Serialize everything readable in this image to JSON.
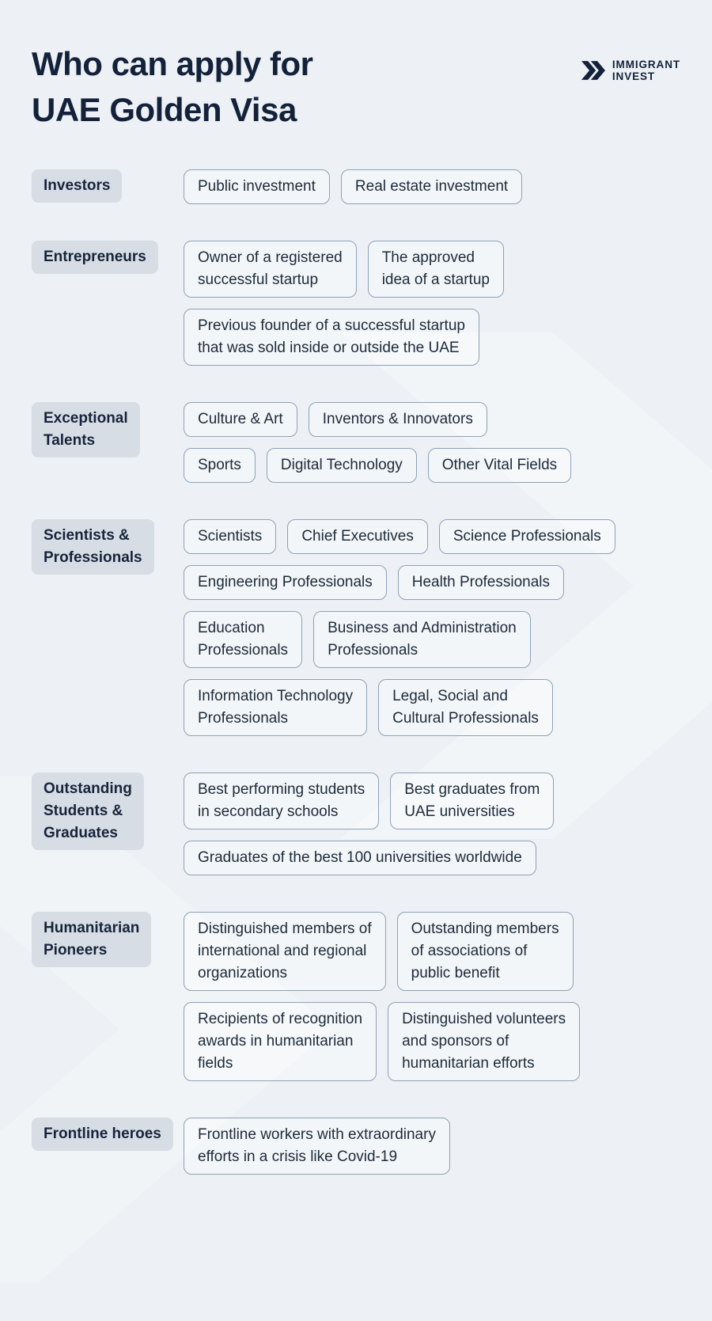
{
  "page": {
    "title_line1": "Who can apply for",
    "title_line2": "UAE Golden Visa"
  },
  "logo": {
    "line1": "IMMIGRANT",
    "line2": "INVEST",
    "icon": "double-chevron-right-icon"
  },
  "colors": {
    "background": "#edf1f5",
    "text": "#1c2b3a",
    "category_pill_bg": "#d7dde4",
    "option_pill_border": "#8da1b7"
  },
  "sections": [
    {
      "category": "Investors",
      "rows": [
        [
          "Public investment",
          "Real estate investment"
        ]
      ]
    },
    {
      "category": "Entrepreneurs",
      "rows": [
        [
          "Owner of a registered\nsuccessful startup",
          "The approved\nidea of a startup"
        ],
        [
          "Previous founder of a successful startup\nthat was sold inside or outside the UAE"
        ]
      ]
    },
    {
      "category": "Exceptional\nTalents",
      "rows": [
        [
          "Culture & Art",
          "Inventors & Innovators"
        ],
        [
          "Sports",
          "Digital Technology",
          "Other Vital Fields"
        ]
      ]
    },
    {
      "category": "Scientists &\nProfessionals",
      "rows": [
        [
          "Scientists",
          "Chief Executives",
          "Science Professionals"
        ],
        [
          "Engineering Professionals",
          "Health Professionals"
        ],
        [
          "Education\nProfessionals",
          "Business and Administration\nProfessionals"
        ],
        [
          "Information Technology\nProfessionals",
          "Legal, Social and\nCultural Professionals"
        ]
      ]
    },
    {
      "category": "Outstanding\nStudents &\nGraduates",
      "rows": [
        [
          "Best performing students\nin secondary schools",
          "Best graduates from\nUAE universities"
        ],
        [
          "Graduates of the best 100 universities worldwide"
        ]
      ]
    },
    {
      "category": "Humanitarian\nPioneers",
      "rows": [
        [
          "Distinguished members of\ninternational and regional\norganizations",
          "Outstanding members\nof associations of\npublic benefit"
        ],
        [
          "Recipients of recognition\nawards in humanitarian\nfields",
          "Distinguished volunteers\nand sponsors of\nhumanitarian efforts"
        ]
      ]
    },
    {
      "category": "Frontline heroes",
      "rows": [
        [
          "Frontline workers with extraordinary\nefforts in a crisis like Covid-19"
        ]
      ]
    }
  ]
}
